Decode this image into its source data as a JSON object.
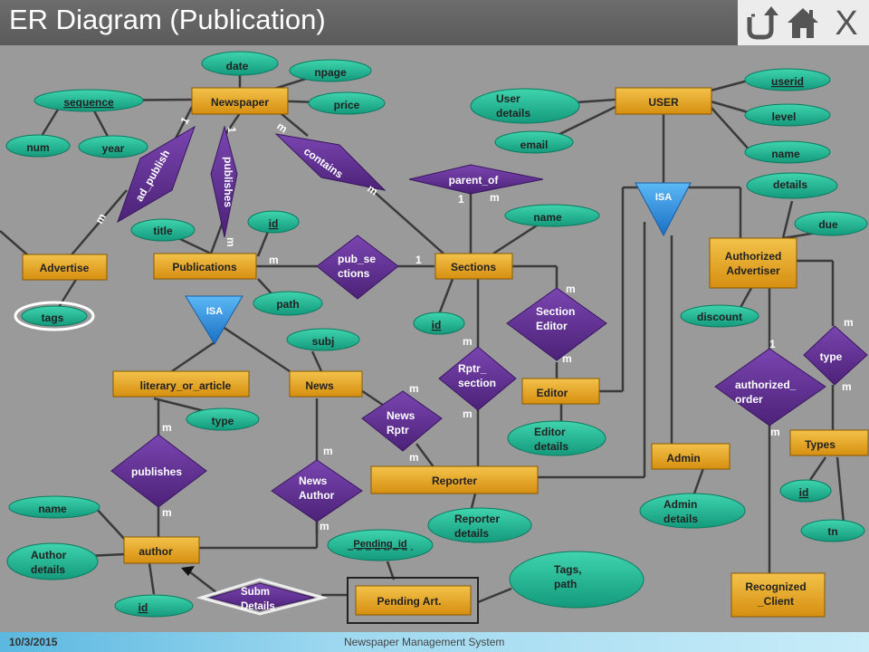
{
  "header": {
    "title": "ER Diagram (Publication)"
  },
  "nav": {
    "back_icon": "u-turn-back-icon",
    "home_icon": "home-icon",
    "close_label": "X"
  },
  "footer": {
    "date": "10/3/2015",
    "caption": "Newspaper Management System"
  },
  "colors": {
    "entity": "#e3a118",
    "attribute": "#1db592",
    "relationship": "#5b2d8c",
    "isa": "#2e8fe0",
    "background": "#9a9a9a"
  },
  "entities": {
    "newspaper": "Newspaper",
    "user": "USER",
    "advertise": "Advertise",
    "publications": "Publications",
    "sections": "Sections",
    "authorized_advertiser": "Authorized\nAdvertiser",
    "literary_or_article": "literary_or_article",
    "news": "News",
    "editor": "Editor",
    "types": "Types",
    "admin": "Admin",
    "reporter": "Reporter",
    "author": "author",
    "pending_art": "Pending Art.",
    "recognized_client": "Recognized\n_Client"
  },
  "attributes": {
    "date": "date",
    "npage": "npage",
    "price": "price",
    "sequence": "sequence",
    "num": "num",
    "year": "year",
    "user_details": "User\ndetails",
    "email": "email",
    "userid": "userid",
    "level": "level",
    "user_name": "name",
    "details": "details",
    "due": "due",
    "title": "title",
    "pub_id": "id",
    "section_name": "name",
    "tags": "tags",
    "path": "path",
    "section_id": "id",
    "discount": "discount",
    "subj": "subj",
    "type": "type",
    "editor_details": "Editor\ndetails",
    "types_id": "id",
    "author_name": "name",
    "admin_details": "Admin\ndetails",
    "reporter_details": "Reporter\ndetails",
    "pending_id": "Pending_id",
    "tn": "tn",
    "author_details": "Author\ndetails",
    "author_id": "id",
    "tags_path": "Tags,\npath"
  },
  "relationships": {
    "ad_publish": "ad_publish",
    "publishes_top": "publishes",
    "contains": "contains",
    "parent_of": "parent_of",
    "pub_sections": "pub_se\nctions",
    "section_editor": "Section\nEditor",
    "rptr_section": "Rptr_\nsection",
    "type": "type",
    "authorized_order": "authorized_\norder",
    "news_rptr": "News\nRptr",
    "publishes_bottom": "publishes",
    "news_author": "News\nAuthor",
    "subm_details": "Subm\nDetails"
  },
  "isa": {
    "pub_isa": "ISA",
    "user_isa": "ISA"
  },
  "cardinalities": {
    "c1": "1",
    "c2": "1",
    "c3": "m",
    "c4": "m",
    "c5": "m",
    "c6": "m",
    "c7": "1",
    "c8": "m",
    "c9": "m",
    "c10": "1",
    "c11": "m",
    "c12": "m",
    "c13": "m",
    "c14": "m",
    "c15": "m",
    "c16": "1",
    "c17": "m",
    "c18": "m",
    "c19": "m",
    "c20": "m",
    "c21": "m",
    "c22": "m",
    "c23": "m",
    "c24": "m",
    "c25": "m",
    "c26": "m"
  }
}
